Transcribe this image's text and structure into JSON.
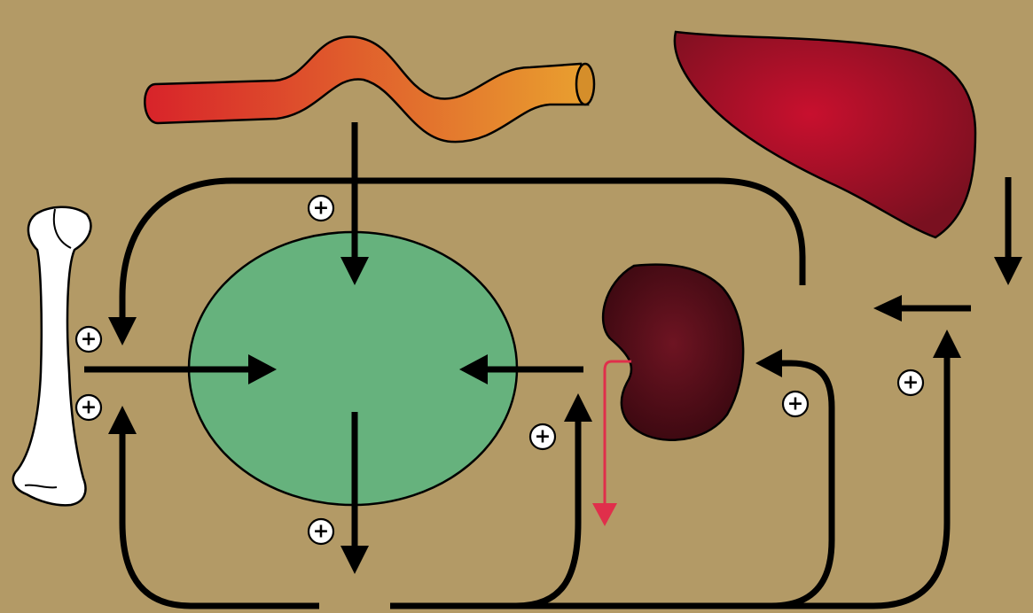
{
  "diagram": {
    "background": "#B39A66",
    "organs": [
      {
        "name": "intestine",
        "colors": [
          "#D8232A",
          "#E9A02F"
        ]
      },
      {
        "name": "liver",
        "colors": [
          "#C8102E",
          "#7A1020"
        ]
      },
      {
        "name": "kidney",
        "colors": [
          "#6E1422",
          "#3A0810"
        ]
      },
      {
        "name": "bone",
        "colors": [
          "#FFFFFF"
        ]
      },
      {
        "name": "extracellular-pool",
        "colors": [
          "#66B27D"
        ]
      }
    ],
    "excretion_arrow_color": "#E02F4B",
    "stimulation_symbol": "+",
    "stimulation_count": 7
  }
}
